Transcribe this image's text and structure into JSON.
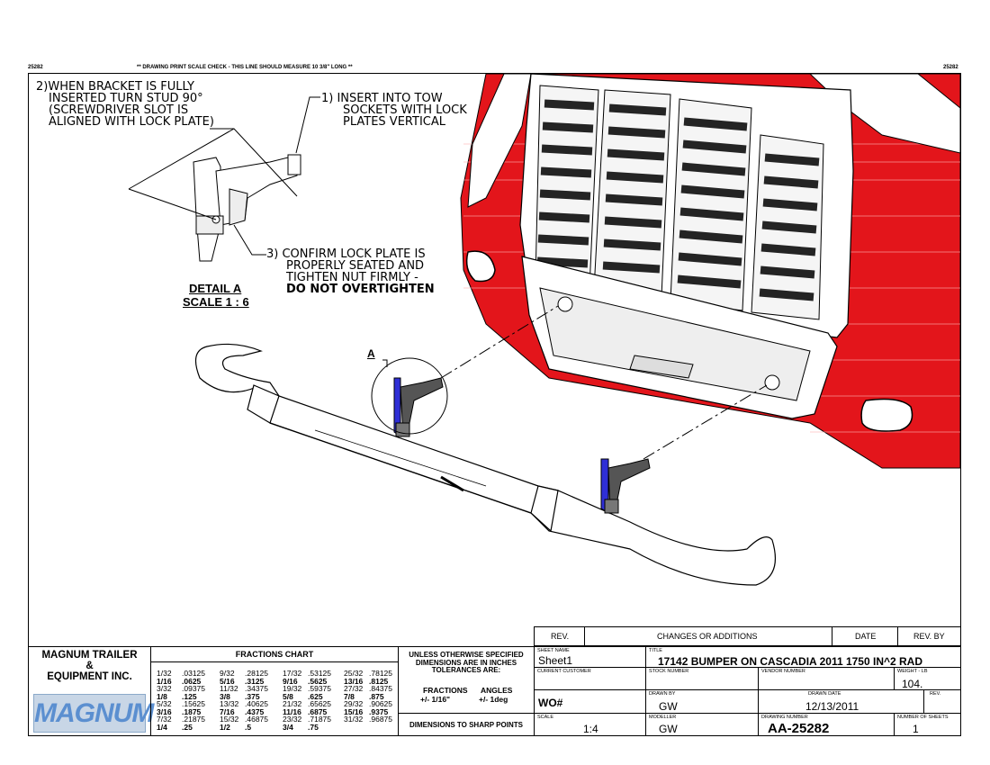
{
  "header": {
    "left_number": "25282",
    "right_number": "25282",
    "scale_check": "** DRAWING PRINT SCALE CHECK - THIS LINE SHOULD MEASURE 10 3/8\" LONG **"
  },
  "notes": {
    "note2": [
      "2)WHEN BRACKET IS FULLY",
      "INSERTED TURN STUD 90°",
      "(SCREWDRIVER SLOT IS",
      "ALIGNED WITH LOCK PLATE)"
    ],
    "note1": [
      "1) INSERT INTO TOW",
      "SOCKETS WITH LOCK",
      "PLATES VERTICAL"
    ],
    "note3": [
      "3)   CONFIRM LOCK PLATE IS",
      "PROPERLY SEATED AND",
      "TIGHTEN NUT FIRMLY -"
    ],
    "note3_bold": "DO NOT OVERTIGHTEN",
    "detail_title": "DETAIL A",
    "detail_scale": "SCALE 1 : 6",
    "detail_marker": "A"
  },
  "company": {
    "name_line1": "MAGNUM TRAILER",
    "name_line2": "&",
    "name_line3": "EQUIPMENT INC.",
    "logo_text": "MAGNUM"
  },
  "fractions_chart": {
    "title": "FRACTIONS CHART",
    "columns": [
      [
        [
          "1/32",
          ".03125",
          false
        ],
        [
          "1/16",
          ".0625",
          true
        ],
        [
          "3/32",
          ".09375",
          false
        ],
        [
          "1/8",
          ".125",
          true
        ],
        [
          "5/32",
          ".15625",
          false
        ],
        [
          "3/16",
          ".1875",
          true
        ],
        [
          "7/32",
          ".21875",
          false
        ],
        [
          "1/4",
          ".25",
          true
        ]
      ],
      [
        [
          "9/32",
          ".28125",
          false
        ],
        [
          "5/16",
          ".3125",
          true
        ],
        [
          "11/32",
          ".34375",
          false
        ],
        [
          "3/8",
          ".375",
          true
        ],
        [
          "13/32",
          ".40625",
          false
        ],
        [
          "7/16",
          ".4375",
          true
        ],
        [
          "15/32",
          ".46875",
          false
        ],
        [
          "1/2",
          ".5",
          true
        ]
      ],
      [
        [
          "17/32",
          ".53125",
          false
        ],
        [
          "9/16",
          ".5625",
          true
        ],
        [
          "19/32",
          ".59375",
          false
        ],
        [
          "5/8",
          ".625",
          true
        ],
        [
          "21/32",
          ".65625",
          false
        ],
        [
          "11/16",
          ".6875",
          true
        ],
        [
          "23/32",
          ".71875",
          false
        ],
        [
          "3/4",
          ".75",
          true
        ]
      ],
      [
        [
          "25/32",
          ".78125",
          false
        ],
        [
          "13/16",
          ".8125",
          true
        ],
        [
          "27/32",
          ".84375",
          false
        ],
        [
          "7/8",
          ".875",
          true
        ],
        [
          "29/32",
          ".90625",
          false
        ],
        [
          "15/16",
          ".9375",
          true
        ],
        [
          "31/32",
          ".96875",
          false
        ]
      ]
    ]
  },
  "tolerances": {
    "line1": "UNLESS OTHERWISE SPECIFIED",
    "line2": "DIMENSIONS ARE IN INCHES",
    "line3": "TOLERANCES ARE:",
    "fractions_label": "FRACTIONS",
    "fractions_value": "+/- 1/16\"",
    "angles_label": "ANGLES",
    "angles_value": "+/- 1deg",
    "sharp_points": "DIMENSIONS TO SHARP POINTS"
  },
  "revision": {
    "rev_label": "REV.",
    "changes_label": "CHANGES OR ADDITIONS",
    "date_label": "DATE",
    "revby_label": "REV. BY"
  },
  "titleblock": {
    "sheet_name_label": "SHEET NAME",
    "sheet_name": "Sheet1",
    "title_label": "TITLE",
    "title": "17142 BUMPER ON CASCADIA 2011 1750 IN^2 RAD",
    "current_customer_label": "CURRENT CUSTOMER",
    "stock_number_label": "STOCK NUMBER",
    "vendor_number_label": "VENDOR NUMBER",
    "weight_label": "WEIGHT - LB",
    "weight": "104.",
    "wo_label": "WO#",
    "drawn_by_label": "DRAWN BY",
    "drawn_by": "GW",
    "drawn_date_label": "DRAWN DATE",
    "drawn_date": "12/13/2011",
    "rev_label": "REV.",
    "scale_label": "SCALE",
    "scale": "1:4",
    "modeller_label": "MODELLER",
    "modeller": "GW",
    "drawing_number_label": "DRAWING NUMBER",
    "drawing_number": "AA-25282",
    "sheets_label": "NUMBER OF SHEETS",
    "sheets": "1"
  },
  "colors": {
    "truck_red": "#e3151b",
    "bracket_blue": "#2f2fd6",
    "logo_blue": "#5b8fd0"
  }
}
